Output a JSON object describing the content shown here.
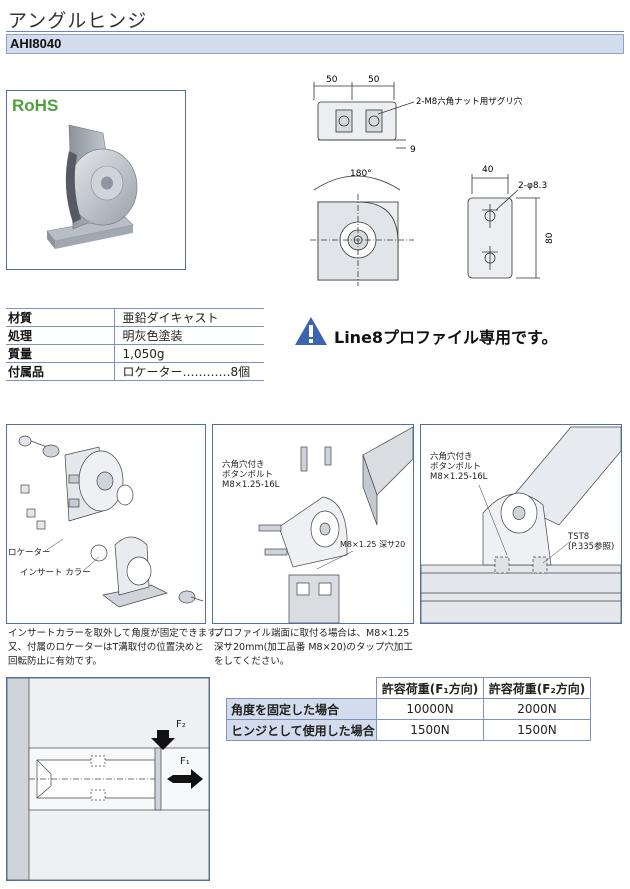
{
  "header": {
    "title": "アングルヒンジ",
    "model": "AHI8040"
  },
  "badge": {
    "rohs": "RoHS"
  },
  "drawing": {
    "dim_left": "50",
    "dim_right": "50",
    "dim_thickness": "9",
    "callout_nut": "2-M8六角ナット用ザグリ穴",
    "angle": "180°",
    "dim_width": "40",
    "dim_height": "80",
    "callout_hole": "2-φ8.3"
  },
  "specs": [
    {
      "label": "材質",
      "value": "亜鉛ダイキャスト"
    },
    {
      "label": "処理",
      "value": "明灰色塗装"
    },
    {
      "label": "質量",
      "value": "1,050g"
    },
    {
      "label": "付属品",
      "value": "ロケーター…………8個"
    }
  ],
  "notice": {
    "icon": "warning-triangle-icon",
    "text": "Line8プロファイル専用です。"
  },
  "panel1": {
    "label_locator": "ロケーター",
    "label_insert_collar": "インサート カラー",
    "caption": [
      "インサートカラーを取外して角度が固定できます。",
      "又、付属のロケーターはT溝取付の位置決めと",
      "回転防止に有効です。"
    ]
  },
  "panel2": {
    "label_bolt": [
      "六角穴付き",
      "ボタンボルト",
      "M8×1.25-16L"
    ],
    "label_tap": "M8×1.25 深サ20",
    "caption": [
      "プロファイル端面に取付る場合は、M8×1.25",
      "深サ20mm(加工品番 M8×20)のタップ穴加工",
      "をしてください。"
    ]
  },
  "panel3": {
    "label_bolt": [
      "六角穴付き",
      "ボタンボルト",
      "M8×1.25-16L"
    ],
    "label_tst": [
      "TST8",
      "(P.335参照)"
    ]
  },
  "panel4": {
    "force1": "F₁",
    "force2": "F₂"
  },
  "load_table": {
    "headers": [
      "許容荷重(F₁方向)",
      "許容荷重(F₂方向)"
    ],
    "rows": [
      {
        "label": "角度を固定した場合",
        "f1": "10000N",
        "f2": "2000N"
      },
      {
        "label": "ヒンジとして使用した場合",
        "f1": "1500N",
        "f2": "1500N"
      }
    ]
  },
  "colors": {
    "accent": "#4f6fa8",
    "header_fill": "#d3dced",
    "rohs_green": "#4f9f3c",
    "warning_blue": "#3b66ad"
  }
}
